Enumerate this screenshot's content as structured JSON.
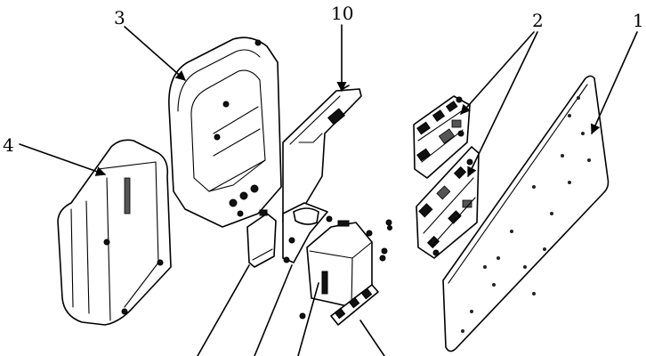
{
  "labels": {
    "l1": "1",
    "l2": "2",
    "l3": "3",
    "l4": "4",
    "l10": "10"
  }
}
